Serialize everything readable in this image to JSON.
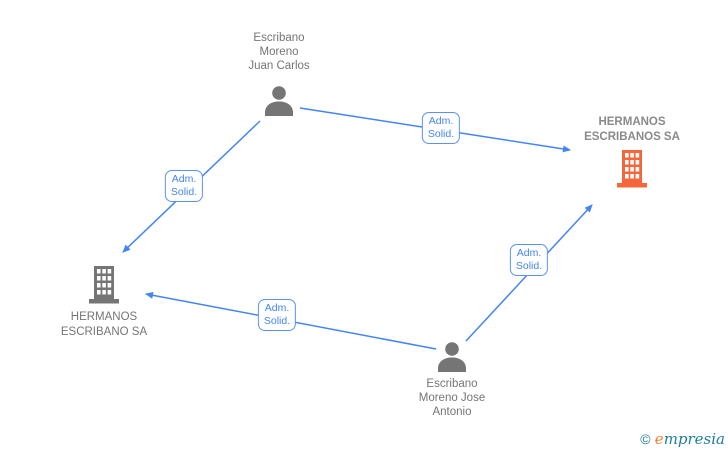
{
  "diagram": {
    "nodes": {
      "person_top": {
        "line1": "Escribano",
        "line2": "Moreno",
        "line3": "Juan Carlos"
      },
      "company_right": {
        "line1": "HERMANOS",
        "line2": "ESCRIBANOS SA"
      },
      "company_left": {
        "line1": "HERMANOS",
        "line2": "ESCRIBANO SA"
      },
      "person_bottom": {
        "line1": "Escribano",
        "line2": "Moreno Jose",
        "line3": "Antonio"
      }
    },
    "edge_labels": {
      "top_to_right": {
        "line1": "Adm.",
        "line2": "Solid."
      },
      "top_to_left": {
        "line1": "Adm.",
        "line2": "Solid."
      },
      "bottom_to_right": {
        "line1": "Adm.",
        "line2": "Solid."
      },
      "bottom_to_left": {
        "line1": "Adm.",
        "line2": "Solid."
      }
    },
    "icons": {
      "person": "person-silhouette-icon",
      "company": "office-building-icon"
    },
    "colors": {
      "arrow": "#4285F4",
      "edge_label_border": "#5b93f5",
      "edge_label_text": "#4285F4",
      "person_icon": "#757575",
      "company_left_icon": "#757575",
      "company_right_icon": "#F4673C",
      "node_text": "#757575"
    }
  },
  "watermark": {
    "copyright": "©",
    "brand_lead": "e",
    "brand_rest": "mpresia"
  }
}
